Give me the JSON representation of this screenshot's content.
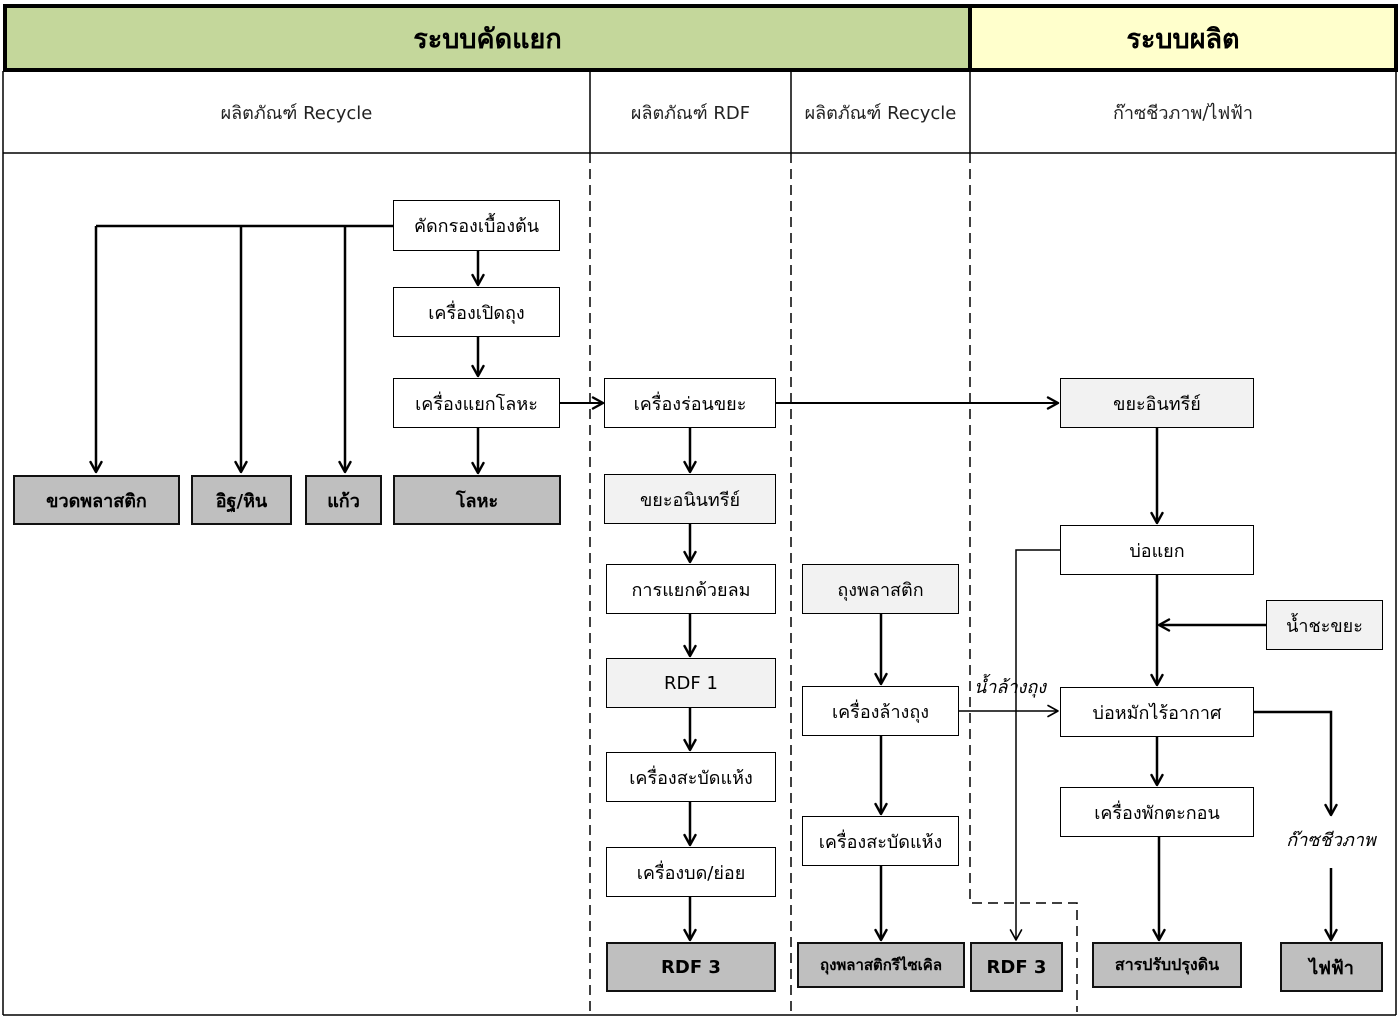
{
  "header": {
    "sorting_system": "ระบบคัดแยก",
    "production_system": "ระบบผลิต"
  },
  "product_columns": [
    {
      "label": "ผลิตภัณฑ์ Recycle"
    },
    {
      "label": "ผลิตภัณฑ์ RDF"
    },
    {
      "label": "ผลิตภัณฑ์ Recycle"
    },
    {
      "label": "ก๊าซชีวภาพ/ไฟฟ้า"
    }
  ],
  "recycle_sorting": {
    "screening": "คัดกรองเบื้องต้น",
    "bag_opener": "เครื่องเปิดถุง",
    "metal_separator": "เครื่องแยกโลหะ",
    "outputs": [
      "ขวดพลาสติก",
      "อิฐ/หิน",
      "แก้ว",
      "โลหะ"
    ]
  },
  "rdf_line": {
    "trommel": "เครื่องร่อนขยะ",
    "inorganic_waste": "ขยะอนินทรีย์",
    "air_separation": "การแยกด้วยลม",
    "rdf1": "RDF 1",
    "dryer": "เครื่องสะบัดแห้ง",
    "shredder": "เครื่องบด/ย่อย",
    "rdf3": "RDF 3"
  },
  "plastic_bag_line": {
    "plastic_bags": "ถุงพลาสติก",
    "bag_washer": "เครื่องล้างถุง",
    "dryer": "เครื่องสะบัดแห้ง",
    "recycled_bags": "ถุงพลาสติกรีไซเคิล",
    "wash_water_label": "น้ำล้างถุง"
  },
  "biogas_line": {
    "organic_waste": "ขยะอินทรีย์",
    "separation_pond": "บ่อแยก",
    "leachate": "น้ำชะขยะ",
    "anaerobic_digester": "บ่อหมักไร้อากาศ",
    "sediment_tank": "เครื่องพักตะกอน",
    "soil_conditioner": "สารปรับปรุงดิน",
    "biogas_label": "ก๊าซชีวภาพ",
    "electricity": "ไฟฟ้า",
    "rdf3": "RDF 3"
  },
  "colors": {
    "sorting_header_bg": "#c4d79b",
    "production_header_bg": "#ffffcc",
    "product_box_bg": "#bfbfbf",
    "intermediate_box_bg": "#f2f2f2",
    "process_box_bg": "#ffffff"
  }
}
